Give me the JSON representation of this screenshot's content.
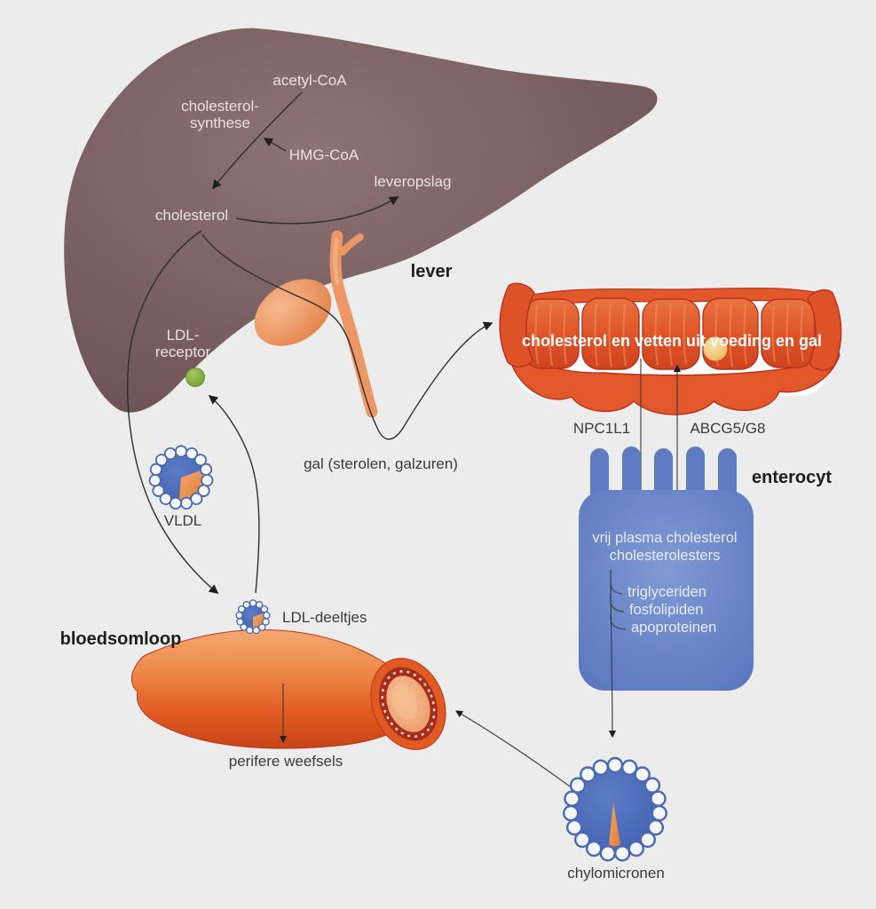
{
  "palette": {
    "background": "#ececec",
    "liver_brown": "#7b6163",
    "bile_orange": "#ec9765",
    "intestine_orange": "#e2582a",
    "cell_blue": "#5f7cc2",
    "particle_blue": "#4a69b5",
    "wedge_orange": "#ea9355",
    "receptor_green": "#7fb440",
    "vessel_orange": "#e05a22"
  },
  "liver": {
    "organ_label": "lever",
    "acetyl": "acetyl-CoA",
    "synth_line1": "cholesterol-",
    "synth_line2": "synthese",
    "hmg": "HMG-CoA",
    "storage": "leveropslag",
    "cholesterol": "cholesterol",
    "receptor_line1": "LDL-",
    "receptor_line2": "receptor"
  },
  "bile": {
    "label": "gal (sterolen, galzuren)"
  },
  "intestine": {
    "content_label": "cholesterol en vetten uit voeding en gal",
    "npc1l1": "NPC1L1",
    "abcg5g8": "ABCG5/G8"
  },
  "enterocyte": {
    "organ_label": "enterocyt",
    "line1": "vrij plasma cholesterol",
    "line2": "cholesterolesters",
    "components": [
      "triglyceriden",
      "fosfolipiden",
      "apoproteinen"
    ]
  },
  "particles": {
    "vldl_label": "VLDL",
    "ldl_label": "LDL-deeltjes",
    "chylomicron_label": "chylomicronen"
  },
  "circulation": {
    "label": "bloedsomloop",
    "peripheral_label": "perifere weefsels"
  }
}
